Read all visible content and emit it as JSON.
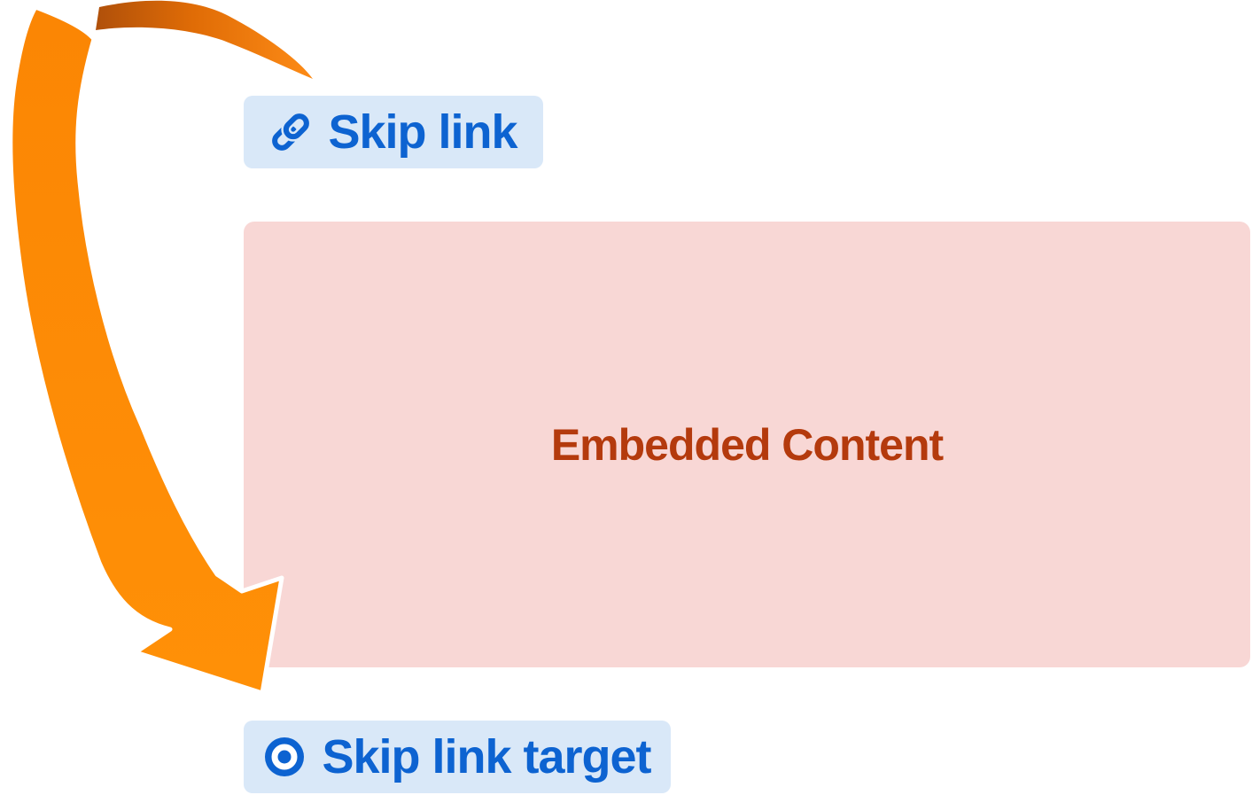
{
  "skip_link_button": {
    "label": "Skip link",
    "icon": "link-icon"
  },
  "embedded_box": {
    "label": "Embedded Content"
  },
  "skip_target_button": {
    "label": "Skip link target",
    "icon": "target-icon"
  },
  "colors": {
    "button_bg": "#d9e8f8",
    "blue": "#0d63d1",
    "pink_bg": "#f8d7d5",
    "red_text": "#b43a0d",
    "orange_main": "#fb8604",
    "orange_bright": "#ff9007",
    "orange_tail_dark": "#b0500a",
    "orange_tail_mid": "#e06c06",
    "orange_tail_bright": "#fd8b16"
  }
}
